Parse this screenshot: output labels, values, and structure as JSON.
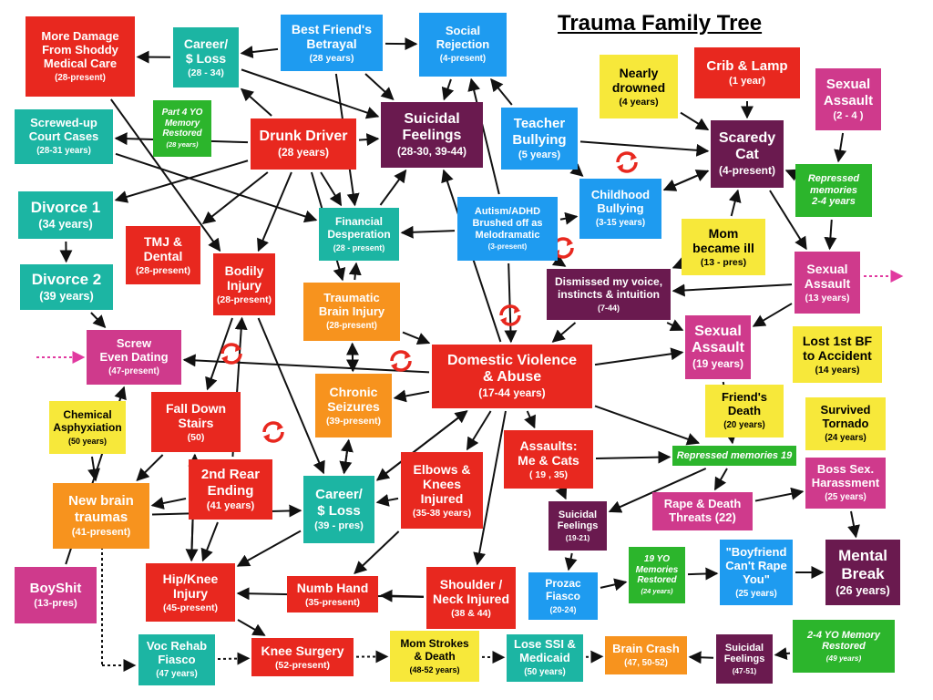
{
  "title": "Trauma Family Tree",
  "colors": {
    "red": "#e8281f",
    "teal": "#1cb5a3",
    "purple": "#6a1a4f",
    "blue": "#1e9bf0",
    "green": "#2cb52c",
    "yellow": "#f7e83a",
    "magenta": "#cf3a8c",
    "orange": "#f7931e",
    "arrow": "#111111",
    "dotted": "#e13aa0",
    "cycle": "#e8281f"
  },
  "nodes": {
    "more_damage": {
      "text": "More Damage\nFrom Shoddy\nMedical Care",
      "sub": "(28-present)",
      "color": "red"
    },
    "career_loss_1": {
      "text": "Career/\n$ Loss",
      "sub": "(28 - 34)",
      "color": "teal"
    },
    "best_friend": {
      "text": "Best Friend's\nBetrayal",
      "sub": "(28 years)",
      "color": "blue"
    },
    "social_rejection": {
      "text": "Social\nRejection",
      "sub": "(4-present)",
      "color": "blue"
    },
    "part4yo": {
      "text": "Part 4 YO\nMemory\nRestored",
      "sub": "(28 years)",
      "color": "green"
    },
    "court_cases": {
      "text": "Screwed-up\nCourt Cases",
      "sub": "(28-31 years)",
      "color": "teal"
    },
    "drunk_driver": {
      "text": "Drunk Driver",
      "sub": "(28 years)",
      "color": "red"
    },
    "suicidal_1": {
      "text": "Suicidal\nFeelings",
      "sub": "(28-30, 39-44)",
      "color": "purple"
    },
    "teacher_bullying": {
      "text": "Teacher\nBullying",
      "sub": "(5 years)",
      "color": "blue"
    },
    "nearly_drowned": {
      "text": "Nearly\ndrowned",
      "sub": "(4 years)",
      "color": "yellow"
    },
    "crib_lamp": {
      "text": "Crib & Lamp",
      "sub": "(1 year)",
      "color": "red"
    },
    "sexual_assault_24": {
      "text": "Sexual\nAssault",
      "sub": "(2 - 4 )",
      "color": "magenta"
    },
    "scaredy_cat": {
      "text": "Scaredy\nCat",
      "sub": "(4-present)",
      "color": "purple"
    },
    "repressed_24": {
      "text": "Repressed\nmemories\n2-4 years",
      "sub": "",
      "color": "green"
    },
    "divorce_1": {
      "text": "Divorce 1",
      "sub": "(34 years)",
      "color": "teal"
    },
    "tmj": {
      "text": "TMJ &\nDental",
      "sub": "(28-present)",
      "color": "red"
    },
    "financial": {
      "text": "Financial\nDesperation",
      "sub": "(28 - present)",
      "color": "teal"
    },
    "autism": {
      "text": "Autism/ADHD\nBrushed off as\nMelodramatic",
      "sub": "(3-present)",
      "color": "blue"
    },
    "childhood_bullying": {
      "text": "Childhood\nBullying",
      "sub": "(3-15 years)",
      "color": "blue"
    },
    "mom_ill": {
      "text": "Mom\nbecame ill",
      "sub": "(13 - pres)",
      "color": "yellow"
    },
    "divorce_2": {
      "text": "Divorce 2",
      "sub": "(39 years)",
      "color": "teal"
    },
    "bodily_injury": {
      "text": "Bodily\nInjury",
      "sub": "(28-present)",
      "color": "red"
    },
    "dismissed": {
      "text": "Dismissed my voice,\ninstincts & intuition",
      "sub": "(7-44)",
      "color": "purple"
    },
    "sexual_assault_13": {
      "text": "Sexual\nAssault",
      "sub": "(13 years)",
      "color": "magenta"
    },
    "tbi": {
      "text": "Traumatic\nBrain Injury",
      "sub": "(28-present)",
      "color": "orange"
    },
    "screw_dating": {
      "text": "Screw\nEven Dating",
      "sub": "(47-present)",
      "color": "magenta"
    },
    "dv": {
      "text": "Domestic Violence\n& Abuse",
      "sub": "(17-44 years)",
      "color": "red"
    },
    "sexual_assault_19": {
      "text": "Sexual\nAssault",
      "sub": "(19 years)",
      "color": "magenta"
    },
    "lost_bf": {
      "text": "Lost 1st BF\nto Accident",
      "sub": "(14 years)",
      "color": "yellow"
    },
    "fall_stairs": {
      "text": "Fall Down\nStairs",
      "sub": "(50)",
      "color": "red"
    },
    "chronic_seizures": {
      "text": "Chronic\nSeizures",
      "sub": "(39-present)",
      "color": "orange"
    },
    "friends_death": {
      "text": "Friend's\nDeath",
      "sub": "(20 years)",
      "color": "yellow"
    },
    "survived_tornado": {
      "text": "Survived\nTornado",
      "sub": "(24 years)",
      "color": "yellow"
    },
    "chemical": {
      "text": "Chemical\nAsphyxiation",
      "sub": "(50 years)",
      "color": "yellow"
    },
    "assaults_cats": {
      "text": "Assaults:\nMe & Cats",
      "sub": "( 19 , 35)",
      "color": "red"
    },
    "repressed_19": {
      "text": "Repressed memories 19",
      "sub": "",
      "color": "green"
    },
    "boss_harassment": {
      "text": "Boss Sex.\nHarassment",
      "sub": "(25 years)",
      "color": "magenta"
    },
    "second_rear": {
      "text": "2nd Rear\nEnding",
      "sub": "(41 years)",
      "color": "red"
    },
    "elbows_knees": {
      "text": "Elbows &\nKnees\nInjured",
      "sub": "(35-38 years)",
      "color": "red"
    },
    "new_brain": {
      "text": "New brain\ntraumas",
      "sub": "(41-present)",
      "color": "orange"
    },
    "career_loss_2": {
      "text": "Career/\n$ Loss",
      "sub": "(39 - pres)",
      "color": "teal"
    },
    "rape_threats": {
      "text": "Rape & Death\nThreats (22)",
      "sub": "",
      "color": "magenta"
    },
    "suicidal_2": {
      "text": "Suicidal\nFeelings",
      "sub": "(19-21)",
      "color": "purple"
    },
    "yo19_memories": {
      "text": "19 YO\nMemories\nRestored",
      "sub": "(24 years)",
      "color": "green"
    },
    "boyfriend": {
      "text": "\"Boyfriend\nCan't Rape\nYou\"",
      "sub": "(25 years)",
      "color": "blue"
    },
    "mental_break": {
      "text": "Mental\nBreak",
      "sub": "(26 years)",
      "color": "purple"
    },
    "boyshit": {
      "text": "BoyShit",
      "sub": "(13-pres)",
      "color": "magenta"
    },
    "hip_knee": {
      "text": "Hip/Knee\nInjury",
      "sub": "(45-present)",
      "color": "red"
    },
    "numb_hand": {
      "text": "Numb Hand",
      "sub": "(35-present)",
      "color": "red"
    },
    "shoulder_neck": {
      "text": "Shoulder /\nNeck Injured",
      "sub": "(38 & 44)",
      "color": "red"
    },
    "prozac": {
      "text": "Prozac\nFiasco",
      "sub": "(20-24)",
      "color": "blue"
    },
    "voc_rehab": {
      "text": "Voc Rehab\nFiasco",
      "sub": "(47 years)",
      "color": "teal"
    },
    "knee_surgery": {
      "text": "Knee Surgery",
      "sub": "(52-present)",
      "color": "red"
    },
    "mom_strokes": {
      "text": "Mom Strokes\n& Death",
      "sub": "(48-52 years)",
      "color": "yellow"
    },
    "lose_ssi": {
      "text": "Lose SSI &\nMedicaid",
      "sub": "(50 years)",
      "color": "teal"
    },
    "brain_crash": {
      "text": "Brain Crash",
      "sub": "(47, 50-52)",
      "color": "orange"
    },
    "suicidal_3": {
      "text": "Suicidal\nFeelings",
      "sub": "(47-51)",
      "color": "purple"
    },
    "yo24_memory": {
      "text": "2-4 YO Memory\nRestored",
      "sub": "(49 years)",
      "color": "green"
    }
  }
}
